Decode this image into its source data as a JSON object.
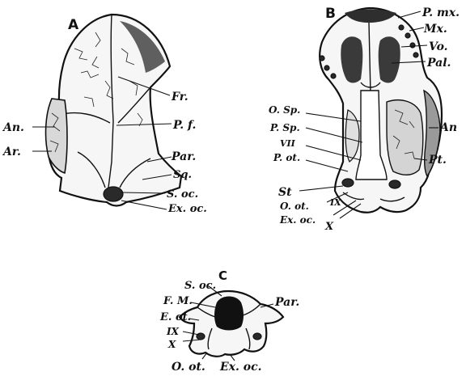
{
  "figure": {
    "panel_a": {
      "letter": "A",
      "labels": {
        "fr": "Fr.",
        "pf": "P. f.",
        "an": "An.",
        "ar": "Ar.",
        "par": "Par.",
        "sq": "Sq.",
        "soc": "S. oc.",
        "exoc": "Ex. oc."
      }
    },
    "panel_b": {
      "letter": "B",
      "labels": {
        "pmx": "P. mx.",
        "mx": "Mx.",
        "vo": "Vo.",
        "pal": "Pal.",
        "osp": "O. Sp.",
        "psp": "P. Sp.",
        "vii": "VII",
        "pot": "P. ot.",
        "an": "An",
        "pt": "Pt.",
        "st": "St",
        "ix": "IX",
        "oot": "O. ot.",
        "exoc": "Ex. oc.",
        "x": "X"
      }
    },
    "panel_c": {
      "letter": "C",
      "labels": {
        "soc": "S. oc.",
        "par": "Par.",
        "fm": "F. M.",
        "eot": "E. ot.",
        "ix": "IX",
        "x": "X",
        "oot": "O. ot.",
        "exoc": "Ex. oc."
      }
    }
  }
}
